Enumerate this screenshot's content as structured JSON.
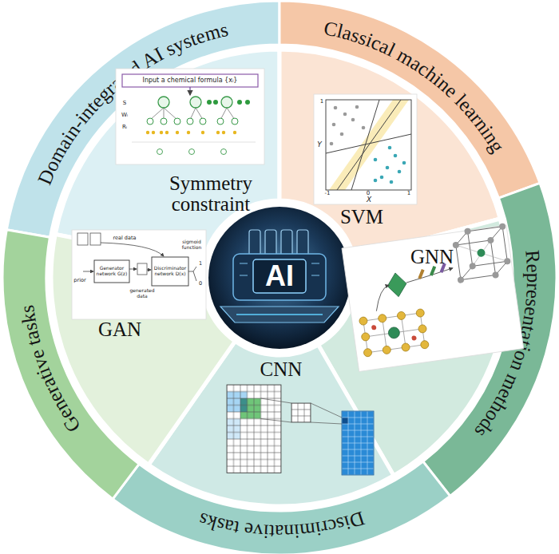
{
  "diagram": {
    "nodes": [
      {
        "text": [
          "Domain-integrated AI systems"
        ]
      },
      {
        "text": [
          "Symmetry constraint"
        ]
      },
      {
        "text": [
          "Classical machine learning"
        ]
      },
      {
        "text": [
          "SVM"
        ]
      },
      {
        "text": [
          "Representation methods"
        ]
      },
      {
        "text": [
          "GNN"
        ]
      },
      {
        "text": [
          "Discriminative tasks"
        ]
      },
      {
        "text": [
          "CNN"
        ]
      },
      {
        "text": [
          "Generative tasks"
        ]
      },
      {
        "text": [
          "GAN"
        ]
      }
    ],
    "labels": [
      "Input a chemical formula {xᵢ}",
      "S",
      "Wᵢ",
      "Rᵢ",
      "Y",
      "X",
      "-1",
      "0",
      "1",
      "1",
      "real data",
      "generated data",
      "Generator network G(z)",
      "Discriminator network D(x)",
      "sigmoid function",
      "prior",
      "1",
      "0",
      "AI"
    ]
  }
}
